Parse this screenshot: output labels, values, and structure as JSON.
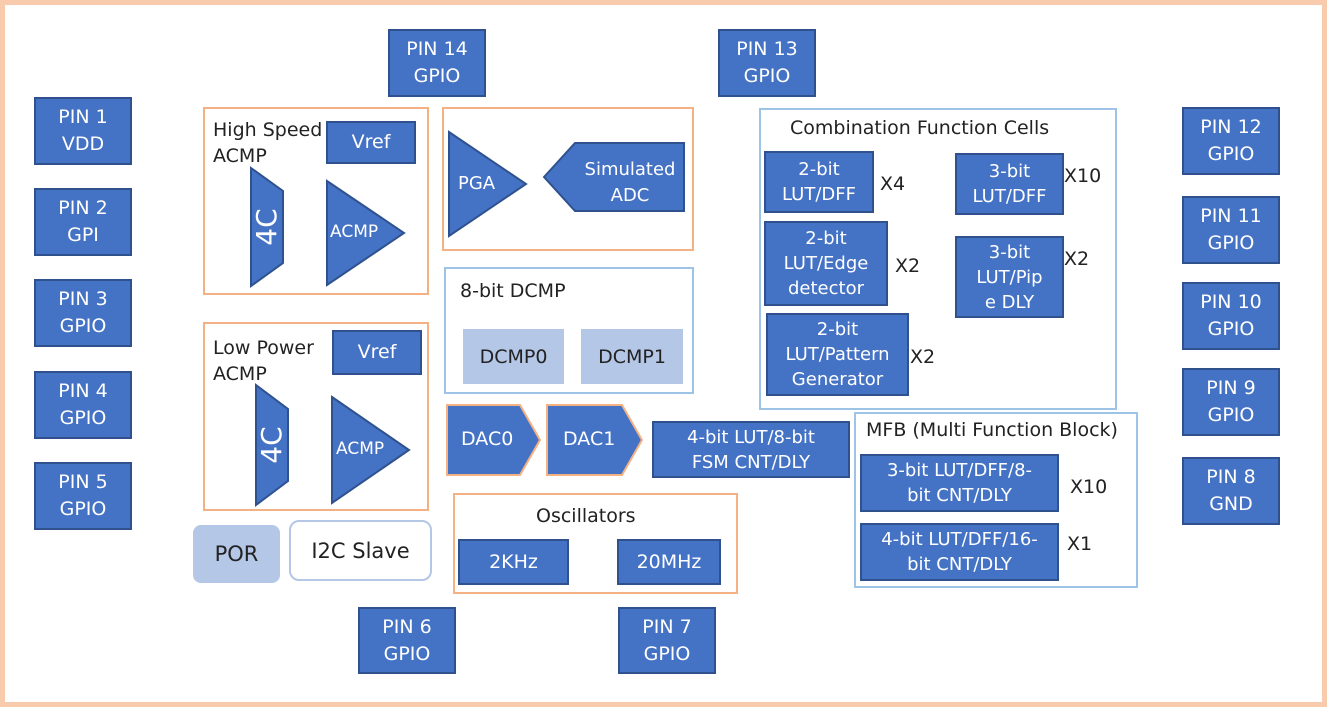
{
  "pins": {
    "pin1": "PIN 1\nVDD",
    "pin2": "PIN 2\nGPI",
    "pin3": "PIN 3\nGPIO",
    "pin4": "PIN 4\nGPIO",
    "pin5": "PIN 5\nGPIO",
    "pin6": "PIN 6\nGPIO",
    "pin7": "PIN 7\nGPIO",
    "pin8": "PIN 8\nGND",
    "pin9": "PIN 9\nGPIO",
    "pin10": "PIN 10\nGPIO",
    "pin11": "PIN 11\nGPIO",
    "pin12": "PIN 12\nGPIO",
    "pin13": "PIN 13\nGPIO",
    "pin14": "PIN 14\nGPIO"
  },
  "hs_acmp": {
    "title": "High Speed\nACMP",
    "vref": "Vref",
    "mux": "4C",
    "acmp": "ACMP"
  },
  "lp_acmp": {
    "title": "Low Power\nACMP",
    "vref": "Vref",
    "mux": "4C",
    "acmp": "ACMP"
  },
  "adc_group": {
    "pga": "PGA",
    "adc": "Simulated\nADC"
  },
  "dcmp": {
    "title": "8-bit DCMP",
    "dcmp0": "DCMP0",
    "dcmp1": "DCMP1"
  },
  "dac": {
    "dac0": "DAC0",
    "dac1": "DAC1"
  },
  "fsm": "4-bit LUT/8-bit\nFSM CNT/DLY",
  "oscillators": {
    "title": "Oscillators",
    "osc1": "2KHz",
    "osc2": "20MHz"
  },
  "por": "POR",
  "i2c": "I2C Slave",
  "cfc": {
    "title": "Combination Function Cells",
    "lut2_dff": "2-bit\nLUT/DFF",
    "lut2_dff_mult": "X4",
    "lut3_dff": "3-bit\nLUT/DFF",
    "lut3_dff_mult": "X10",
    "lut2_edge": "2-bit\nLUT/Edge\ndetector",
    "lut2_edge_mult": "X2",
    "lut3_pipe": "3-bit\nLUT/Pip\ne DLY",
    "lut3_pipe_mult": "X2",
    "lut2_pattern": "2-bit\nLUT/Pattern\nGenerator",
    "lut2_pattern_mult": "X2"
  },
  "mfb": {
    "title": "MFB (Multi Function Block)",
    "item1": "3-bit LUT/DFF/8-\nbit CNT/DLY",
    "item1_mult": "X10",
    "item2": "4-bit LUT/DFF/16-\nbit CNT/DLY",
    "item2_mult": "X1"
  },
  "colors": {
    "block_fill": "#4472c4",
    "block_border": "#2f528f",
    "light_fill": "#b4c7e7",
    "orange_border": "#f4b183",
    "blue_border": "#9dc3e6",
    "frame": "#f8cbad"
  }
}
